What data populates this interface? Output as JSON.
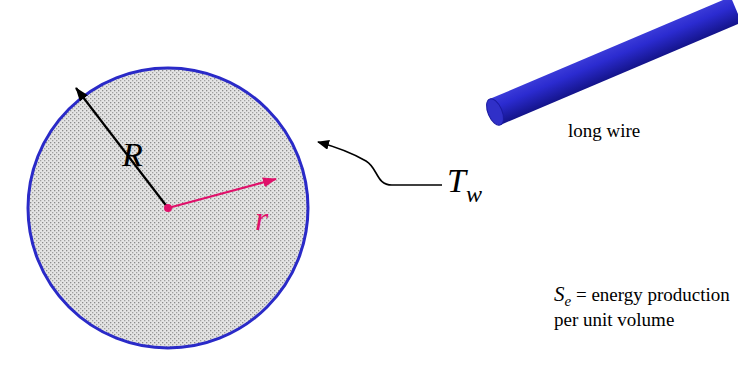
{
  "diagram": {
    "nodes": [
      {
        "text": [
          "R",
          "r"
        ]
      }
    ],
    "labels": [
      "T",
      "w",
      "long wire",
      "S",
      "e",
      "= energy production per unit volume"
    ]
  }
}
